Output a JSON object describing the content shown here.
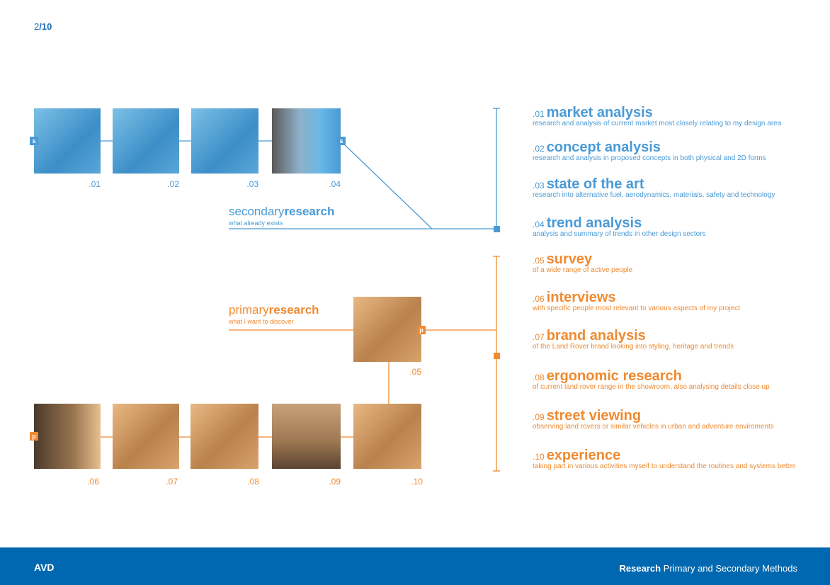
{
  "page": {
    "current": "2",
    "total": "/10"
  },
  "secondary": {
    "title_light": "secondary",
    "title_bold": "research",
    "subtitle": "what already exists",
    "marker": "s",
    "images": [
      {
        "label": ".01"
      },
      {
        "label": ".02"
      },
      {
        "label": ".03"
      },
      {
        "label": ".04"
      }
    ]
  },
  "primary": {
    "title_light": "primary",
    "title_bold": "research",
    "subtitle": "what I want to discover",
    "marker": "p",
    "images": [
      {
        "label": ".05"
      },
      {
        "label": ".06"
      },
      {
        "label": ".07"
      },
      {
        "label": ".08"
      },
      {
        "label": ".09"
      },
      {
        "label": ".10"
      }
    ]
  },
  "methods": [
    {
      "num": ".01",
      "title": "market analysis",
      "desc": "research and analysis of current market most closely relating to my design area"
    },
    {
      "num": ".02",
      "title": "concept analysis",
      "desc": "research and analysis in proposed concepts in both physical and 2D forms"
    },
    {
      "num": ".03",
      "title": "state of the art",
      "desc": "research into alternative fuel, aerodynamics, materials, safety and technology"
    },
    {
      "num": ".04",
      "title": "trend analysis",
      "desc": "analysis and summary of trends in other design sectors"
    },
    {
      "num": ".05",
      "title": "survey",
      "desc": "of a wide range of active people"
    },
    {
      "num": ".06",
      "title": "interviews",
      "desc": "with specific people most relevant to various aspects of my project"
    },
    {
      "num": ".07",
      "title": "brand analysis",
      "desc": " of the Land Rover brand looking into styling, heritage and trends"
    },
    {
      "num": ".08",
      "title": "ergonomic research",
      "desc": "of current land rover range in the showroom, also analysing details close up"
    },
    {
      "num": ".09",
      "title": "street viewing",
      "desc": "observing land rovers or similar vehicles in urban and adventure enviroments"
    },
    {
      "num": ".10",
      "title": "experience",
      "desc": "taking part in various activities myself to understand the routines and systems better"
    }
  ],
  "footer": {
    "logo": "AVD",
    "title_bold": "Research",
    "title_rest": " Primary and Secondary Methods"
  },
  "colors": {
    "blue": "#4a9ad6",
    "orange": "#f08a30",
    "footer": "#0068b0"
  }
}
